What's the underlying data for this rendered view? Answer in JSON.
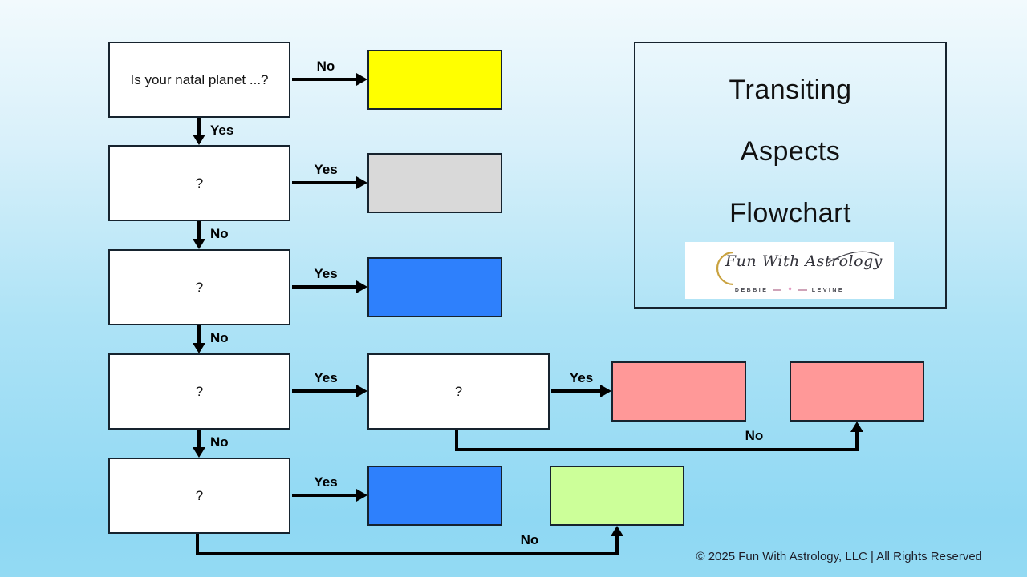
{
  "slide": {
    "copyright": "© 2025 Fun With Astrology, LLC | All Rights Reserved"
  },
  "title_panel": {
    "line1": "Transiting",
    "line2": "Aspects",
    "line3": "Flowchart",
    "logo": {
      "brand": "Fun With Astrology",
      "name_first": "DEBBIE",
      "name_last": "LEVINE",
      "star": "✦"
    }
  },
  "flowchart": {
    "question_start": "Is your natal planet ...?",
    "question_placeholder": "?",
    "label_yes": "Yes",
    "label_no": "No",
    "colors": {
      "yellow": "#ffff00",
      "gray": "#d9d9d9",
      "blue": "#2e80fc",
      "pink": "#ff9898",
      "green": "#ccff99"
    }
  }
}
